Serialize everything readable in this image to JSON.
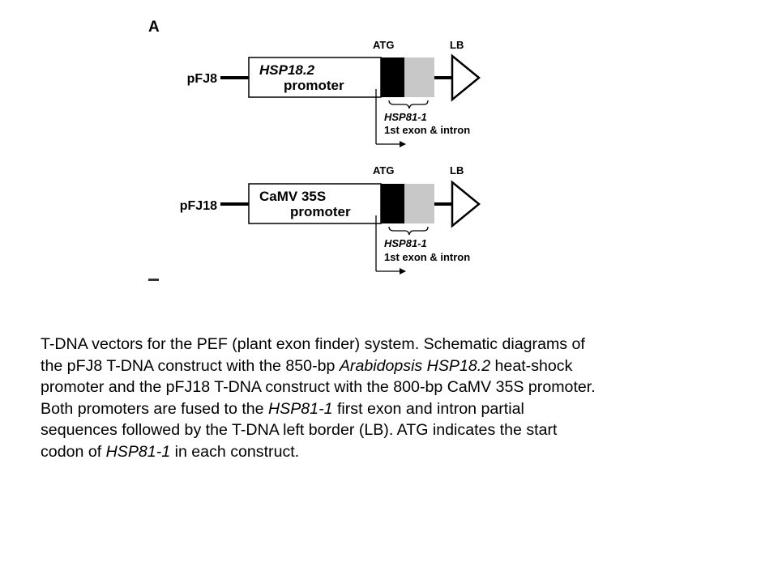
{
  "figure": {
    "panel_label": "A",
    "constructs": [
      {
        "name": "pFJ8",
        "promoter_line1": "HSP18.2",
        "promoter_line2": "promoter",
        "atg": "ATG",
        "lb": "LB",
        "exon_line1": "HSP81-1",
        "exon_line2": "1st exon & intron"
      },
      {
        "name": "pFJ18",
        "promoter_line1": "CaMV 35S",
        "promoter_line2": "promoter",
        "atg": "ATG",
        "lb": "LB",
        "exon_line1": "HSP81-1",
        "exon_line2": "1st exon & intron"
      }
    ],
    "colors": {
      "exon": "#000000",
      "intron": "#c8c8c8",
      "outline": "#000000"
    }
  },
  "caption": {
    "lines": [
      [
        {
          "t": "T-DNA vectors for the PEF (plant exon finder) system. Schematic diagrams of"
        }
      ],
      [
        {
          "t": "the pFJ8 T-DNA construct with the 850-bp "
        },
        {
          "t": "Arabidopsis HSP18.2",
          "i": true
        },
        {
          "t": " heat-shock"
        }
      ],
      [
        {
          "t": "promoter and the pFJ18 T-DNA construct with the 800-bp CaMV 35S promoter."
        }
      ],
      [
        {
          "t": "Both promoters are fused to the "
        },
        {
          "t": "HSP81-1",
          "i": true
        },
        {
          "t": " first exon and intron partial"
        }
      ],
      [
        {
          "t": "sequences followed by the T-DNA left border (LB). ATG indicates the start"
        }
      ],
      [
        {
          "t": "codon of "
        },
        {
          "t": "HSP81-1",
          "i": true
        },
        {
          "t": " in each construct."
        }
      ]
    ]
  }
}
